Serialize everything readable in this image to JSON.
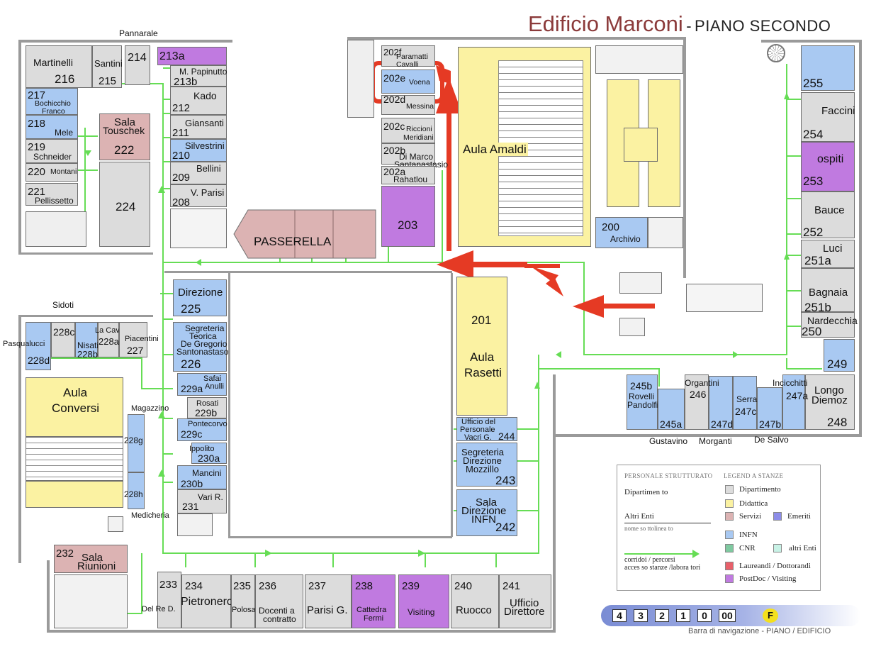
{
  "title": {
    "building": "Edificio Marconi",
    "separator": "-",
    "floor": "PIANO SECONDO"
  },
  "rooms": {
    "r216": {
      "name": "Martinelli",
      "num": "216"
    },
    "r215": {
      "name": "Santini",
      "num": "215"
    },
    "r214": {
      "num": "214"
    },
    "r213a": {
      "num": "213a"
    },
    "r213b": {
      "name": "M. Papinutto",
      "num": "213b"
    },
    "r212": {
      "name": "Kado",
      "num": "212"
    },
    "r211": {
      "name": "Giansanti",
      "num": "211"
    },
    "r210": {
      "name": "Silvestrini",
      "num": "210"
    },
    "r209": {
      "name": "Bellini",
      "num": "209"
    },
    "r208": {
      "name": "V. Parisi",
      "num": "208"
    },
    "r217": {
      "num": "217",
      "name1": "Bochicchio",
      "name2": "Franco"
    },
    "r218": {
      "num": "218",
      "name": "Mele"
    },
    "r219": {
      "num": "219",
      "name": "Schneider"
    },
    "r220": {
      "num": "220",
      "name": "Montani"
    },
    "r221": {
      "num": "221",
      "name": "Pellissetto"
    },
    "r222": {
      "name1": "Sala",
      "name2": "Touschek",
      "num": "222"
    },
    "r224": {
      "num": "224"
    },
    "passerella": {
      "name": "PASSERELLA"
    },
    "r202f": {
      "num": "202f",
      "name1": "Paramatti",
      "name2": "Cavalli"
    },
    "r202e": {
      "num": "202e",
      "name": "Voena"
    },
    "r202d": {
      "num": "202d",
      "name": "Messina"
    },
    "r202c": {
      "num": "202c",
      "name1": "Riccioni",
      "name2": "Meridiani"
    },
    "r202b": {
      "num": "202b",
      "name1": "Di Marco",
      "name2": "Santanastasio"
    },
    "r202a": {
      "num": "202a",
      "name": "Rahatlou"
    },
    "r203": {
      "num": "203"
    },
    "amaldi": {
      "name": "Aula Amaldi"
    },
    "r200": {
      "num": "200",
      "name": "Archivio"
    },
    "r255": {
      "num": "255"
    },
    "r254": {
      "name": "Faccini",
      "num": "254"
    },
    "r253": {
      "name": "ospiti",
      "num": "253"
    },
    "r252": {
      "name": "Bauce",
      "num": "252"
    },
    "r251a": {
      "name": "Luci",
      "num": "251a"
    },
    "r251b": {
      "name": "Bagnaia",
      "num": "251b"
    },
    "r250": {
      "name": "Nardecchia",
      "num": "250"
    },
    "r249": {
      "num": "249"
    },
    "r248": {
      "name1": "Longo",
      "name2": "Diemoz",
      "num": "248"
    },
    "r247a": {
      "name": "Incicchitti",
      "num": "247a"
    },
    "r247b": {
      "num": "247b"
    },
    "r247c": {
      "name": "Serra",
      "num": "247c"
    },
    "r247d": {
      "num": "247d"
    },
    "r246": {
      "name": "Organtini",
      "num": "246"
    },
    "r245a": {
      "num": "245a"
    },
    "r245b": {
      "num": "245b",
      "name1": "Rovelli",
      "name2": "Pandolfi"
    },
    "gustavino": "Gustavino",
    "morganti": "Morganti",
    "desalvo": "De Salvo",
    "r201": {
      "num": "201",
      "name1": "Aula",
      "name2": "Rasetti"
    },
    "r244": {
      "name1": "Ufficio del",
      "name2": "Personale",
      "name3": "Vacri G.",
      "num": "244"
    },
    "r243": {
      "name1": "Segreteria",
      "name2": "Direzione",
      "name3": "Mozzillo",
      "num": "243"
    },
    "r242": {
      "name1": "Sala",
      "name2": "Direzione",
      "name3": "INFN",
      "num": "242"
    },
    "r225": {
      "name": "Direzione",
      "num": "225"
    },
    "r226": {
      "name1": "Segreteria",
      "name2": "Teorica",
      "name3": "De Gregorio",
      "name4": "Santonastaso",
      "num": "226"
    },
    "r229a": {
      "name1": "Safai",
      "name2": "Anulli",
      "num": "229a"
    },
    "r229b": {
      "name": "Rosati",
      "num": "229b"
    },
    "r229c": {
      "name": "Pontecorvo",
      "num": "229c"
    },
    "r230a": {
      "name": "Ippolito",
      "num": "230a"
    },
    "r230b": {
      "name": "Mancini",
      "num": "230b"
    },
    "r231": {
      "name": "Vari R.",
      "num": "231"
    },
    "sidoti": "Sidoti",
    "pannarale": "Pannarale",
    "r228d": {
      "name": "Pasqualucci",
      "num": "228d"
    },
    "r228c": {
      "num": "228c"
    },
    "r228b": {
      "name": "Nisati",
      "num": "228b"
    },
    "r228a": {
      "name": "La Cava",
      "num": "228a"
    },
    "r227": {
      "name": "Piacentini",
      "num": "227"
    },
    "conversi": {
      "name1": "Aula",
      "name2": "Conversi"
    },
    "magazzino": "Magazzino",
    "r228g": {
      "num": "228g"
    },
    "r228h": {
      "num": "228h"
    },
    "medicheria": "Medicheria",
    "r232": {
      "num": "232",
      "name1": "Sala",
      "name2": "Riunioni"
    },
    "r233": {
      "num": "233",
      "name": "Del Re D."
    },
    "r234": {
      "num": "234",
      "name": "Pietronero"
    },
    "r235": {
      "num": "235",
      "name": "Polosa"
    },
    "r236": {
      "num": "236",
      "name1": "Docenti a",
      "name2": "contratto"
    },
    "r237": {
      "num": "237",
      "name": "Parisi G."
    },
    "r238": {
      "num": "238",
      "name1": "Cattedra",
      "name2": "Fermi"
    },
    "r239": {
      "num": "239",
      "name": "Visiting"
    },
    "r240": {
      "num": "240",
      "name": "Ruocco"
    },
    "r241": {
      "num": "241",
      "name1": "Ufficio",
      "name2": "Direttore"
    }
  },
  "legend": {
    "personale_heading": "PERSONALE STRUTTURATO",
    "stanze_heading": "LEGEND A STANZE",
    "dipartimento_left": "Dipartimen to",
    "altri_enti": "Altri Enti",
    "nome_sottolineato": "nome  so ttolinea to",
    "corridoi1": "corridoi / percorsi",
    "corridoi2": "acces so  stanze /labora tori",
    "items": {
      "dipartimento": "Dipartimento",
      "didattica": "Didattica",
      "servizi": "Servizi",
      "emeriti": "Emeriti",
      "infn": "INFN",
      "cnr": "CNR",
      "altri_enti": "altri Enti",
      "laureandi": "Laureandi   / Dottorandi",
      "postdoc": "PostDoc / Visiting"
    },
    "colors": {
      "dipartimento": "#dcdcdc",
      "didattica": "#fbf2a2",
      "servizi": "#dcb3b3",
      "emeriti": "#8c8ce8",
      "infn": "#a9c9f2",
      "cnr": "#7fc9a0",
      "altri_enti": "#c8f2e6",
      "laureandi": "#e8606a",
      "postdoc": "#c07ae0",
      "corridor": "#66dd55",
      "route_arrow": "#e53a24"
    }
  },
  "navbar": {
    "floors": [
      "4",
      "3",
      "2",
      "1",
      "0",
      "00"
    ],
    "building_button": "F",
    "caption": "Barra di navigazione - PIANO / EDIFICIO"
  }
}
